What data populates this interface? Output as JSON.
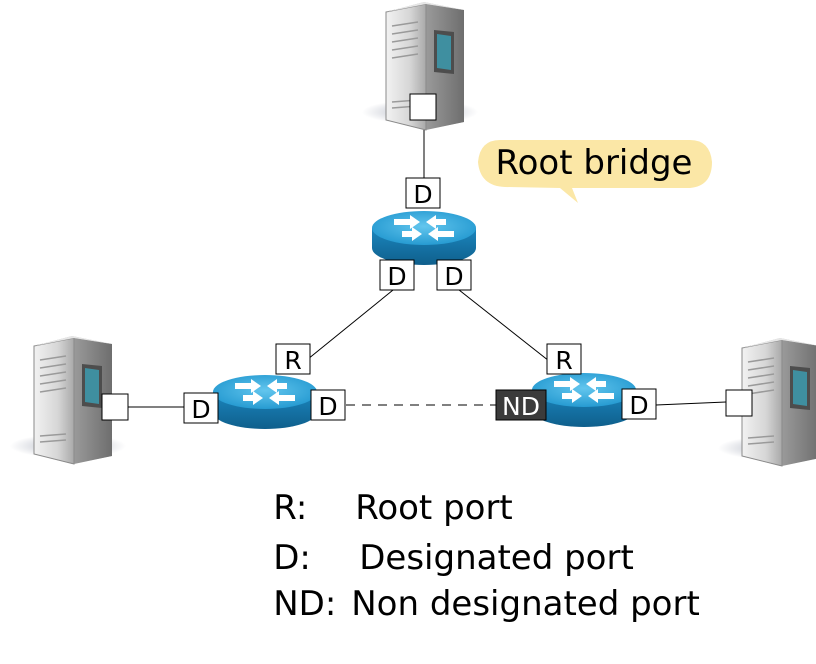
{
  "callout": {
    "text": "Root bridge"
  },
  "ports": {
    "root_top": "D",
    "root_left": "D",
    "root_right": "D",
    "left_up": "R",
    "left_host": "D",
    "left_link": "D",
    "right_up": "R",
    "right_link": "ND",
    "right_host": "D"
  },
  "legend": [
    {
      "key": "R:",
      "desc": "Root port"
    },
    {
      "key": "D:",
      "desc": "Designated port"
    },
    {
      "key": "ND:",
      "desc": "Non designated port"
    }
  ],
  "colors": {
    "switch_top": "#2aa3d6",
    "switch_side": "#1f7fb0",
    "callout_bg": "#fbe7a6",
    "blocked_port": "#3b3b3b",
    "server_body": "#c9c9c9"
  }
}
